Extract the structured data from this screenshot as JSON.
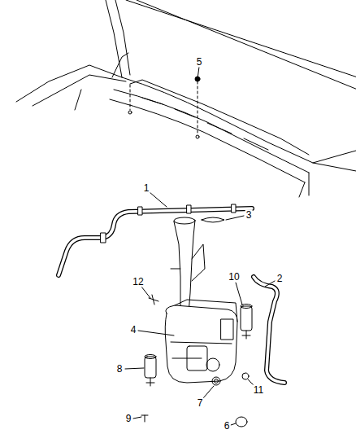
{
  "diagram": {
    "labels": [
      "5",
      "1",
      "3",
      "2",
      "12",
      "10",
      "4",
      "8",
      "11",
      "7",
      "9",
      "6"
    ]
  }
}
